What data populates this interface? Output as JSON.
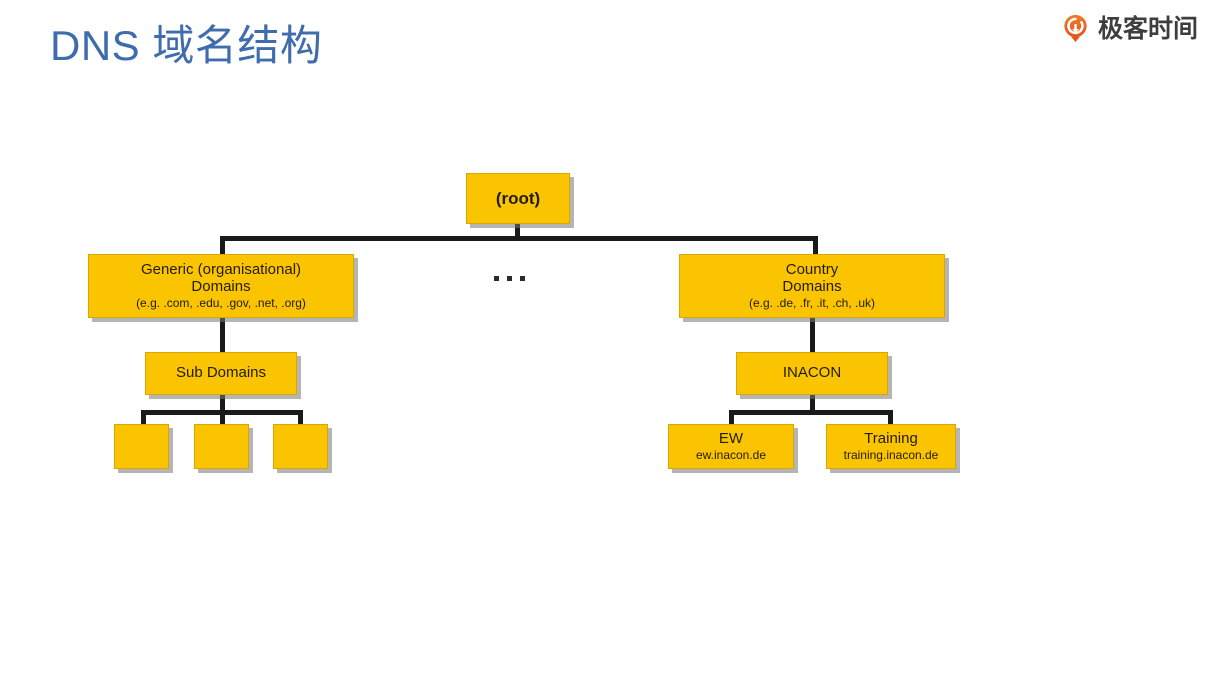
{
  "header": {
    "title": "DNS 域名结构",
    "title_color": "#3f6cad",
    "brand": "极客时间",
    "brand_icon": "geektime-logo-icon",
    "brand_accent": "#e8622c"
  },
  "diagram": {
    "type": "tree",
    "node_fill": "#fbc400",
    "connector_color": "#1a1a1a",
    "ellipsis": "...",
    "nodes": {
      "root": {
        "label": "(root)"
      },
      "generic": {
        "line1": "Generic (organisational)",
        "line2": "Domains",
        "line3": "(e.g. .com, .edu, .gov, .net, .org)"
      },
      "country": {
        "line1": "Country",
        "line2": "Domains",
        "line3": "(e.g. .de, .fr, .it, .ch, .uk)"
      },
      "sub_domains": {
        "label": "Sub Domains"
      },
      "inacon": {
        "label": "INACON"
      },
      "ew": {
        "line1": "EW",
        "line2": "ew.inacon.de"
      },
      "training": {
        "line1": "Training",
        "line2": "training.inacon.de"
      },
      "sub_child_1": {
        "label": ""
      },
      "sub_child_2": {
        "label": ""
      },
      "sub_child_3": {
        "label": ""
      }
    }
  }
}
